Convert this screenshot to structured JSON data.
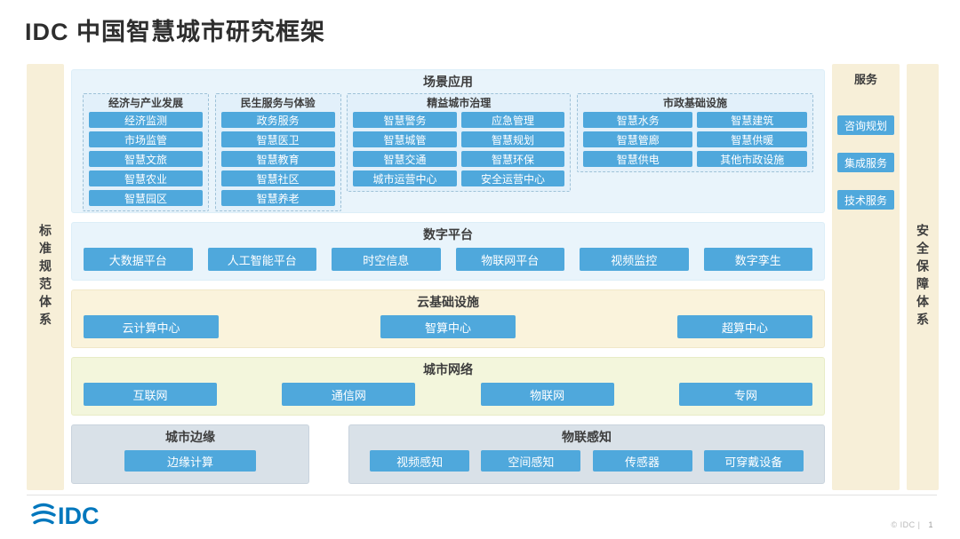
{
  "title": "IDC 中国智慧城市研究框架",
  "colors": {
    "button_blue": "#4FA8DC",
    "layer_blue": "#E9F4FB",
    "layer_cream": "#FAF3DC",
    "layer_green": "#F3F6DC",
    "layer_gray": "#D9E1E8",
    "sidebar_cream": "#F7EFD8",
    "logo_blue": "#0077BD",
    "text_dark": "#3D3D3D"
  },
  "sidebars": {
    "standards": "标准规范体系",
    "services": {
      "title": "服务",
      "items": [
        "咨询规划",
        "集成服务",
        "技术服务"
      ]
    },
    "security": "安全保障体系"
  },
  "scenario": {
    "title": "场景应用",
    "groups": [
      {
        "title": "经济与产业发展",
        "items": [
          "经济监测",
          "市场监管",
          "智慧文旅",
          "智慧农业",
          "智慧园区"
        ]
      },
      {
        "title": "民生服务与体验",
        "items": [
          "政务服务",
          "智慧医卫",
          "智慧教育",
          "智慧社区",
          "智慧养老"
        ]
      },
      {
        "title": "精益城市治理",
        "items": [
          "智慧警务",
          "应急管理",
          "智慧城管",
          "智慧规划",
          "智慧交通",
          "智慧环保",
          "城市运营中心",
          "安全运营中心"
        ]
      },
      {
        "title": "市政基础设施",
        "items": [
          "智慧水务",
          "智慧建筑",
          "智慧管廊",
          "智慧供暖",
          "智慧供电",
          "其他市政设施"
        ]
      }
    ]
  },
  "digital": {
    "title": "数字平台",
    "items": [
      "大数据平台",
      "人工智能平台",
      "时空信息",
      "物联网平台",
      "视频监控",
      "数字孪生"
    ]
  },
  "cloud": {
    "title": "云基础设施",
    "items": [
      "云计算中心",
      "智算中心",
      "超算中心"
    ]
  },
  "network": {
    "title": "城市网络",
    "items": [
      "互联网",
      "通信网",
      "物联网",
      "专网"
    ]
  },
  "edge": {
    "title": "城市边缘",
    "items": [
      "边缘计算"
    ]
  },
  "iot": {
    "title": "物联感知",
    "items": [
      "视频感知",
      "空间感知",
      "传感器",
      "可穿戴设备"
    ]
  },
  "footer": {
    "logo": "IDC",
    "copyright": "© IDC |",
    "page": "1"
  }
}
